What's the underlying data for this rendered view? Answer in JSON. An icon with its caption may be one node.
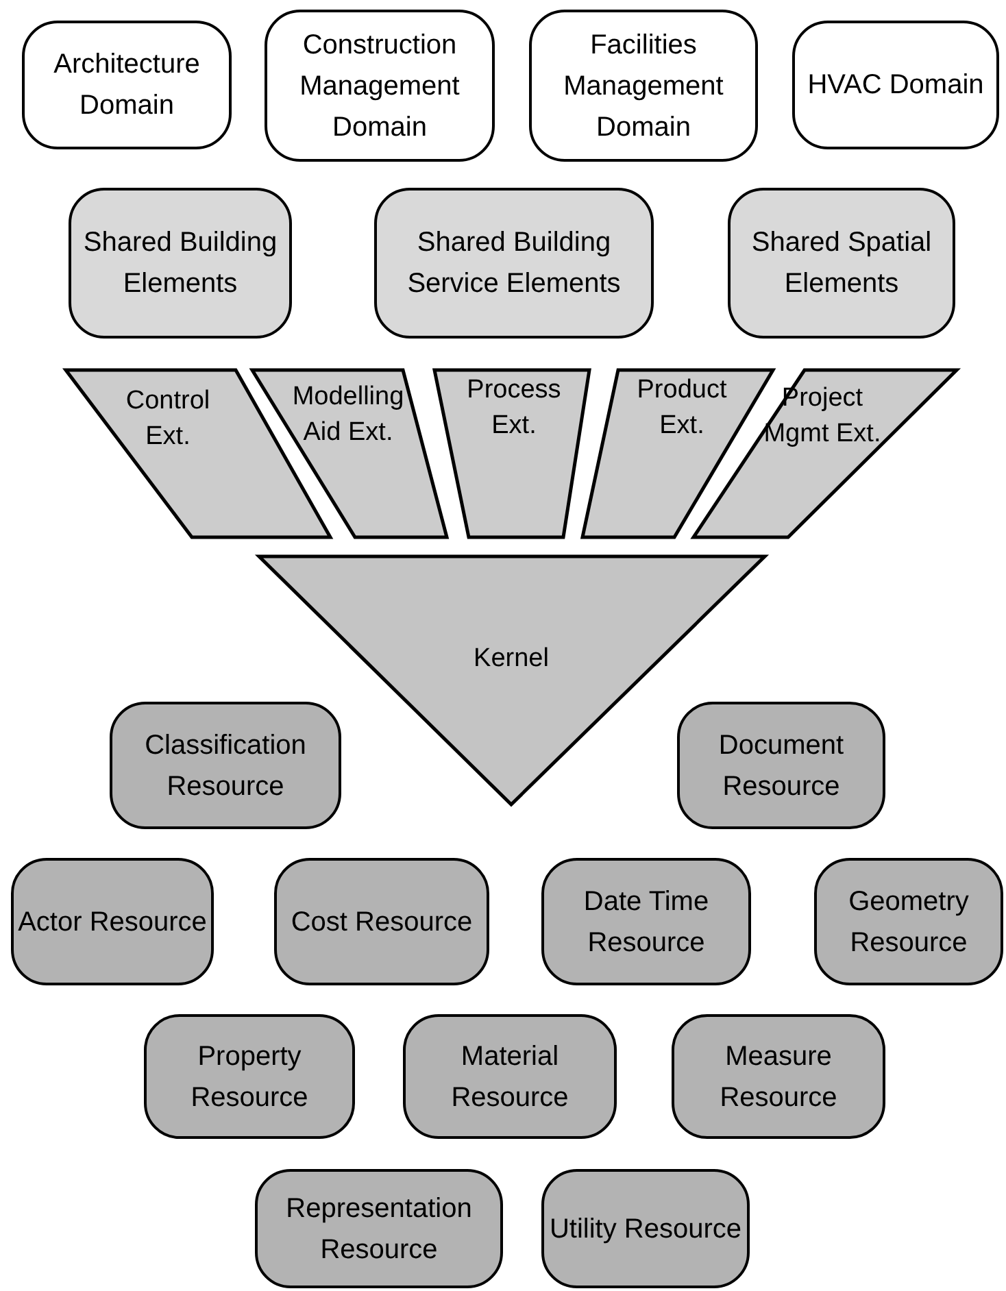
{
  "diagram": {
    "nodes": [
      {
        "text": [
          "Architecture Domain"
        ]
      },
      {
        "text": [
          "Construction Management Domain"
        ]
      },
      {
        "text": [
          "Facilities Management Domain"
        ]
      },
      {
        "text": [
          "HVAC Domain"
        ]
      },
      {
        "text": [
          "Shared Building Elements"
        ]
      },
      {
        "text": [
          "Shared Building Service Elements"
        ]
      },
      {
        "text": [
          "Shared Spatial Elements"
        ]
      },
      {
        "text": [
          "Control Ext."
        ]
      },
      {
        "text": [
          "Modelling Aid Ext."
        ]
      },
      {
        "text": [
          "Process Ext."
        ]
      },
      {
        "text": [
          "Product Ext."
        ]
      },
      {
        "text": [
          "Project Mgmt Ext."
        ]
      },
      {
        "text": [
          "Kernel"
        ]
      },
      {
        "text": [
          "Classification Resource"
        ]
      },
      {
        "text": [
          "Document Resource"
        ]
      },
      {
        "text": [
          "Actor Resource"
        ]
      },
      {
        "text": [
          "Cost Resource"
        ]
      },
      {
        "text": [
          "Date Time Resource"
        ]
      },
      {
        "text": [
          "Geometry Resource"
        ]
      },
      {
        "text": [
          "Property Resource"
        ]
      },
      {
        "text": [
          "Material Resource"
        ]
      },
      {
        "text": [
          "Measure Resource"
        ]
      },
      {
        "text": [
          "Representation Resource"
        ]
      },
      {
        "text": [
          "Utility Resource"
        ]
      }
    ]
  }
}
